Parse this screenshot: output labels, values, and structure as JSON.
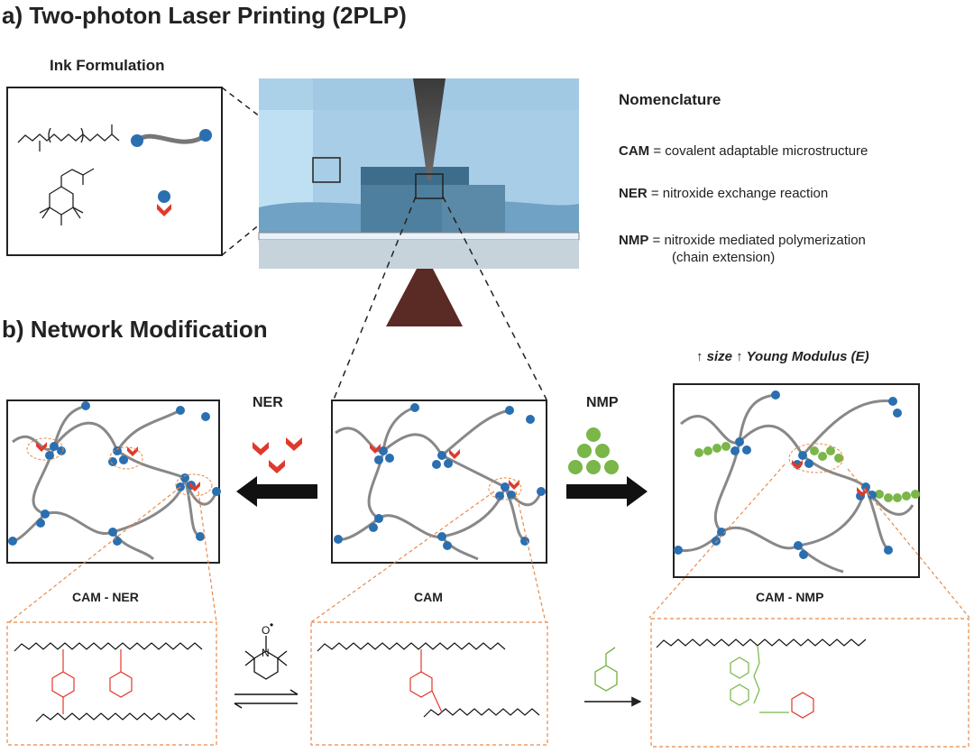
{
  "section_a": {
    "title": "a) Two-photon Laser Printing (2PLP)",
    "ink_title": "Ink Formulation"
  },
  "nomenclature": {
    "title": "Nomenclature",
    "items": [
      {
        "abbr": "CAM",
        "def": "= covalent adaptable microstructure"
      },
      {
        "abbr": "NER",
        "def": "= nitroxide exchange reaction"
      },
      {
        "abbr": "NMP",
        "def": "= nitroxide mediated polymerization"
      }
    ],
    "nmp_extra": "(chain extension)"
  },
  "section_b": {
    "title": "b) Network Modification",
    "ner_label": "NER",
    "nmp_label": "NMP",
    "properties": "↑ size  ↑ Young Modulus (E)",
    "panel_labels": [
      "CAM - NER",
      "CAM",
      "CAM - NMP"
    ]
  },
  "colors": {
    "blue_bead": "#2a6fb0",
    "red_nitroxide": "#e0392b",
    "green_styrene": "#7ab648",
    "orange_dash": "#e8894a",
    "cube_blue": "#4f7f9e"
  }
}
